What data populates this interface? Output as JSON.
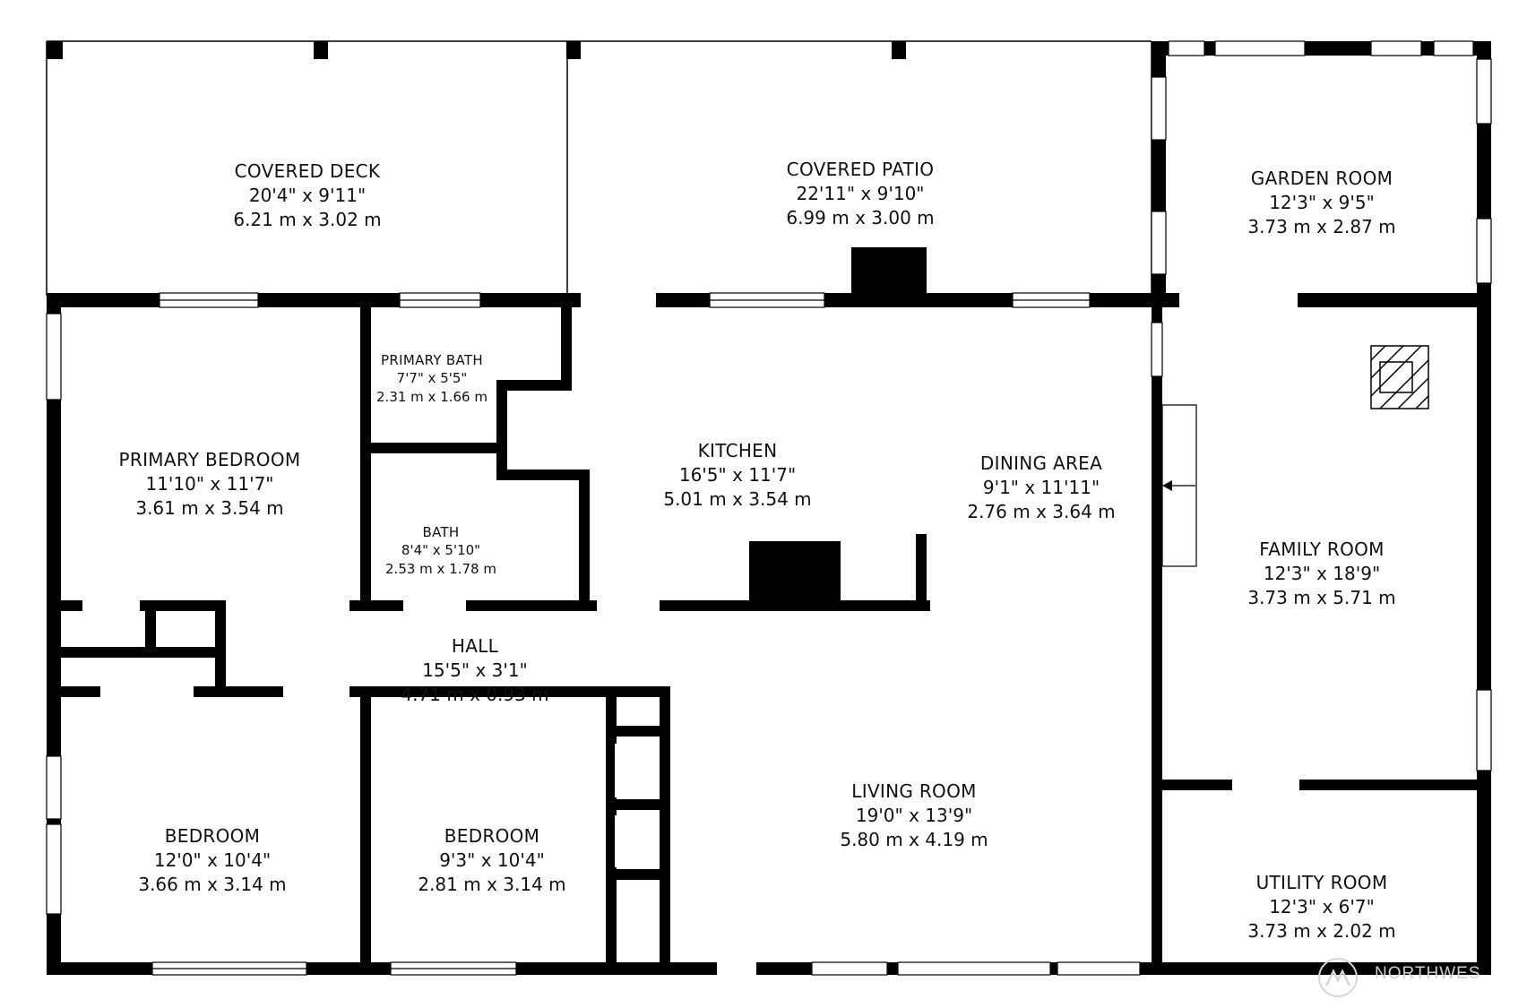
{
  "rooms": [
    {
      "name": "COVERED DECK",
      "imperial": "20'4\" x 9'11\"",
      "metric": "6.21 m x 3.02 m"
    },
    {
      "name": "COVERED PATIO",
      "imperial": "22'11\" x 9'10\"",
      "metric": "6.99 m x 3.00 m"
    },
    {
      "name": "GARDEN ROOM",
      "imperial": "12'3\" x 9'5\"",
      "metric": "3.73 m x 2.87 m"
    },
    {
      "name": "PRIMARY BATH",
      "imperial": "7'7\" x 5'5\"",
      "metric": "2.31 m x 1.66 m"
    },
    {
      "name": "PRIMARY BEDROOM",
      "imperial": "11'10\" x 11'7\"",
      "metric": "3.61 m x 3.54 m"
    },
    {
      "name": "KITCHEN",
      "imperial": "16'5\" x 11'7\"",
      "metric": "5.01 m x 3.54 m"
    },
    {
      "name": "DINING AREA",
      "imperial": "9'1\" x 11'11\"",
      "metric": "2.76 m x 3.64 m"
    },
    {
      "name": "BATH",
      "imperial": "8'4\" x 5'10\"",
      "metric": "2.53 m x 1.78 m"
    },
    {
      "name": "FAMILY ROOM",
      "imperial": "12'3\" x 18'9\"",
      "metric": "3.73 m x 5.71 m"
    },
    {
      "name": "HALL",
      "imperial": "15'5\" x 3'1\"",
      "metric": "4.71 m x 0.93 m"
    },
    {
      "name": "BEDROOM",
      "imperial": "12'0\" x 10'4\"",
      "metric": "3.66 m x 3.14 m"
    },
    {
      "name": "BEDROOM",
      "imperial": "9'3\" x 10'4\"",
      "metric": "2.81 m x 3.14 m"
    },
    {
      "name": "LIVING ROOM",
      "imperial": "19'0\" x 13'9\"",
      "metric": "5.80 m x 4.19 m"
    },
    {
      "name": "UTILITY ROOM",
      "imperial": "12'3\" x 6'7\"",
      "metric": "3.73 m x 2.02 m"
    }
  ],
  "watermark": "NORTHWES",
  "colors": {
    "wall": "#000000",
    "background": "#ffffff",
    "watermark": "#cfcfcf"
  }
}
